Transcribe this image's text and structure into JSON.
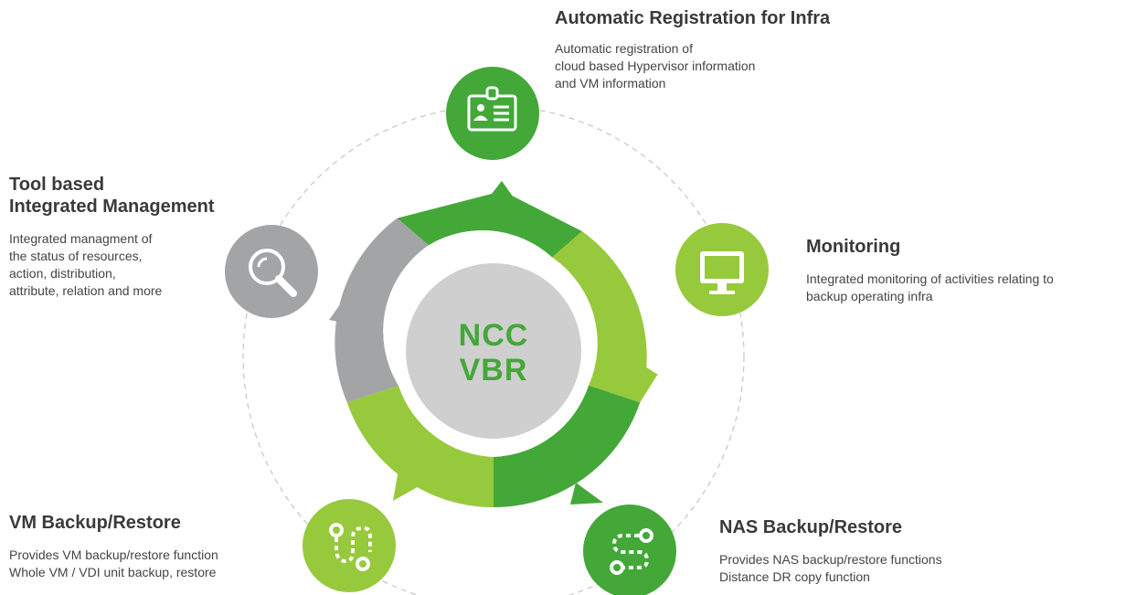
{
  "center": {
    "line1": "NCC",
    "line2": "VBR"
  },
  "features": {
    "auto_registration": {
      "title": "Automatic Registration for Infra",
      "desc": "Automatic registration of\ncloud based Hypervisor information\nand VM information",
      "icon": "id-card-icon",
      "color": "#43a838"
    },
    "tool_management": {
      "title": "Tool based\nIntegrated Management",
      "desc": "Integrated managment of\nthe status of resources,\naction, distribution,\nattribute, relation and more",
      "icon": "magnifier-icon",
      "color": "#a3a4a6"
    },
    "monitoring": {
      "title": "Monitoring",
      "desc": "Integrated monitoring of activities relating to\nbackup operating infra",
      "icon": "monitor-icon",
      "color": "#97c93c"
    },
    "vm_backup": {
      "title": "VM Backup/Restore",
      "desc": "Provides VM backup/restore function\nWhole VM / VDI unit backup, restore",
      "icon": "path-icon",
      "color": "#97c93c"
    },
    "nas_backup": {
      "title": "NAS Backup/Restore",
      "desc": "Provides NAS backup/restore functions\nDistance DR copy function",
      "icon": "route-icon",
      "color": "#43a838"
    }
  },
  "colors": {
    "dark_green": "#43a838",
    "light_green": "#97c93c",
    "gray": "#a3a4a6",
    "center_fill": "#cfcfd0",
    "dashed_ring": "#c5c5c5"
  }
}
